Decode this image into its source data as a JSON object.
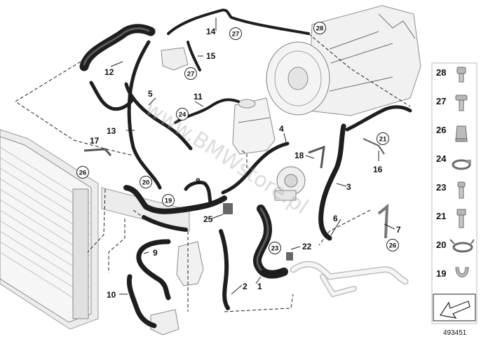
{
  "callouts": {
    "c1": "1",
    "c2": "2",
    "c3": "3",
    "c4": "4",
    "c5": "5",
    "c6": "6",
    "c7": "7",
    "c8": "8",
    "c9": "9",
    "c10": "10",
    "c11": "11",
    "c12": "12",
    "c13": "13",
    "c14": "14",
    "c15": "15",
    "c16": "16",
    "c17": "17",
    "c18": "18",
    "c22": "22",
    "c25": "25"
  },
  "circled": {
    "a27": "27",
    "b27": "27",
    "a28": "28",
    "a24": "24",
    "a21": "21",
    "a26": "26",
    "b26": "26",
    "a20": "20",
    "a19": "19",
    "a23": "23"
  },
  "legend": {
    "items": [
      {
        "number": "28",
        "icon": "bolt-icon"
      },
      {
        "number": "27",
        "icon": "flange-bolt-icon"
      },
      {
        "number": "26",
        "icon": "nut-insert-icon"
      },
      {
        "number": "24",
        "icon": "hose-clamp-icon"
      },
      {
        "number": "23",
        "icon": "screw-icon"
      },
      {
        "number": "21",
        "icon": "hex-bolt-icon"
      },
      {
        "number": "20",
        "icon": "spring-clamp-icon"
      },
      {
        "number": "19",
        "icon": "clip-icon"
      }
    ]
  },
  "watermark": "www.BMWstore.pl",
  "reference_number": "493451"
}
